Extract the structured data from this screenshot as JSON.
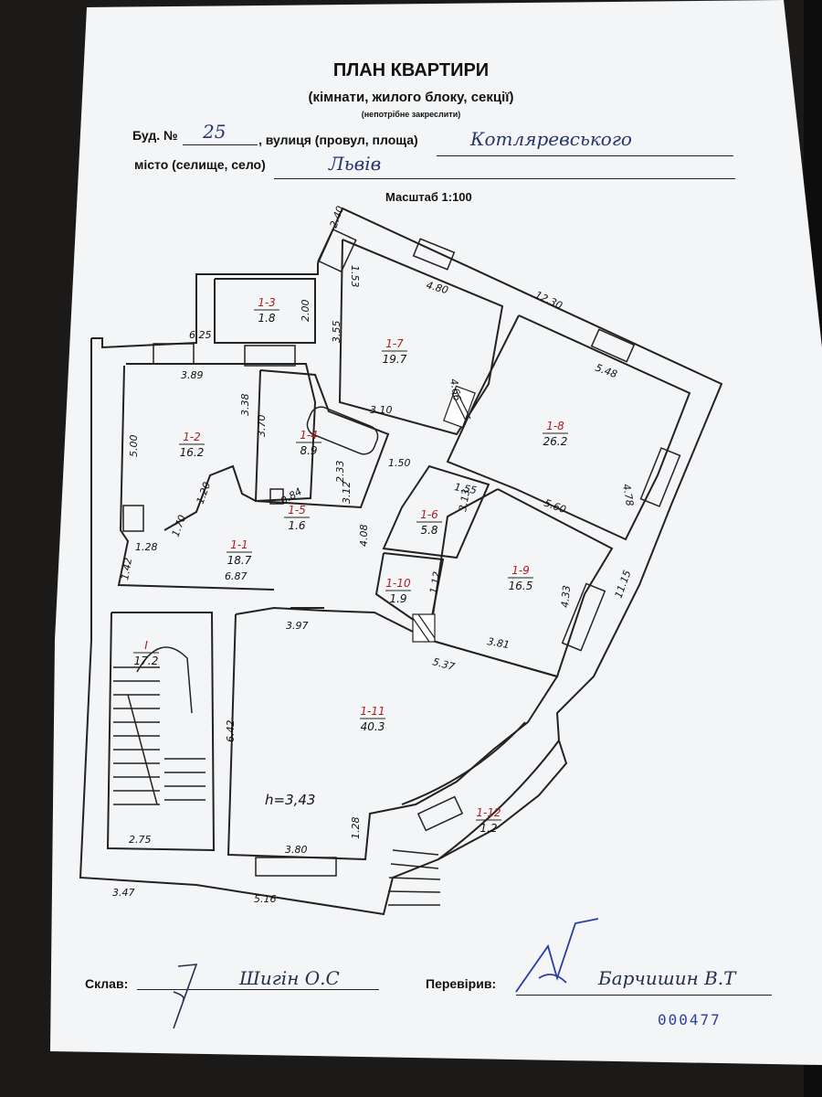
{
  "header": {
    "title": "ПЛАН КВАРТИРИ",
    "subtitle": "(кімнати, жилого блоку, секції)",
    "note": "(непотрібне закреслити)"
  },
  "address": {
    "building_label": "Буд. №",
    "building_number": "25",
    "street_label": ", вулиця (провул, площа)",
    "street_value": "Котляревського",
    "city_label": "місто (селище, село)",
    "city_value": "Львів"
  },
  "scale": "Масштаб 1:100",
  "rooms": [
    {
      "id": "1-1",
      "area": "18.7"
    },
    {
      "id": "1-2",
      "area": "16.2"
    },
    {
      "id": "1-3",
      "area": "1.8"
    },
    {
      "id": "1-4",
      "area": "8.9"
    },
    {
      "id": "1-5",
      "area": "1.6"
    },
    {
      "id": "1-6",
      "area": "5.8"
    },
    {
      "id": "1-7",
      "area": "19.7"
    },
    {
      "id": "1-8",
      "area": "26.2"
    },
    {
      "id": "1-9",
      "area": "16.5"
    },
    {
      "id": "1-10",
      "area": "1.9"
    },
    {
      "id": "1-11",
      "area": "40.3"
    },
    {
      "id": "1-12",
      "area": "1.2"
    },
    {
      "id": "I",
      "area": "17.2"
    }
  ],
  "dimensions": [
    "2.40",
    "1.53",
    "4.80",
    "12.30",
    "2.00",
    "6.25",
    "3.89",
    "3.38",
    "3.70",
    "3.55",
    "4.66",
    "3.10",
    "5.48",
    "4.78",
    "1.50",
    "1.55",
    "5.60",
    "2.33",
    "3.12",
    "0.84",
    "4.08",
    "3.13",
    "4.33",
    "11.15",
    "1.12",
    "3.81",
    "5.37",
    "3.97",
    "6.87",
    "1.20",
    "1.70",
    "1.28",
    "1.42",
    "5.00",
    "6.42",
    "3.80",
    "1.28",
    "2.75",
    "3.47",
    "5.16"
  ],
  "height_note": "h=3,43",
  "footer": {
    "compiled_label": "Склав:",
    "compiled_by": "Шигін О.С",
    "checked_label": "Перевірив:",
    "checked_by": "Барчишин В.Т",
    "serial": "000477"
  }
}
